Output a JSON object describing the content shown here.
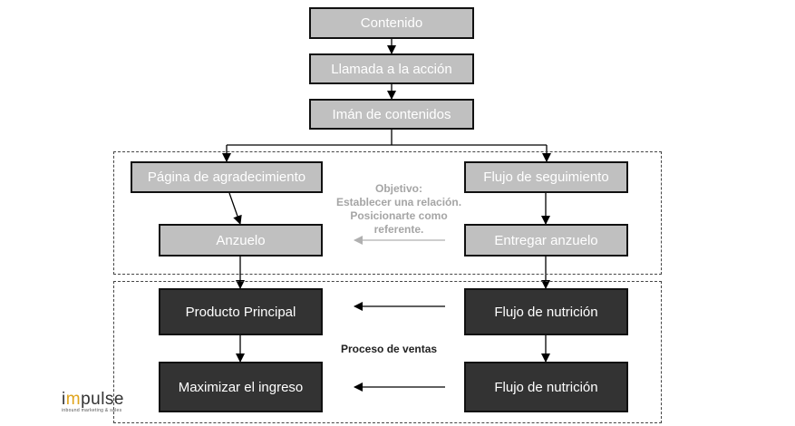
{
  "nodes": {
    "contenido": "Contenido",
    "llamada": "Llamada a la acción",
    "iman": "Imán de contenidos",
    "agradecimiento": "Página de agradecimiento",
    "seguimiento": "Flujo de seguimiento",
    "anzuelo": "Anzuelo",
    "entregar": "Entregar anzuelo",
    "producto": "Producto Principal",
    "nutricion1": "Flujo de nutrición",
    "maximizar": "Maximizar el ingreso",
    "nutricion2": "Flujo de nutrición"
  },
  "objective": {
    "line1": "Objetivo:",
    "line2": "Establecer una relación.",
    "line3": "Posicionarte como",
    "line4": "referente."
  },
  "sales_label": "Proceso de ventas",
  "logo": {
    "wordmark_start": "i",
    "wordmark_accent": "m",
    "wordmark_end": "pulse",
    "tagline": "inbound marketing & sales"
  },
  "colors": {
    "light_box": "#c0c0c0",
    "dark_box": "#333333",
    "note_text": "#a5a5a5",
    "logo_accent": "#e0a41c"
  }
}
